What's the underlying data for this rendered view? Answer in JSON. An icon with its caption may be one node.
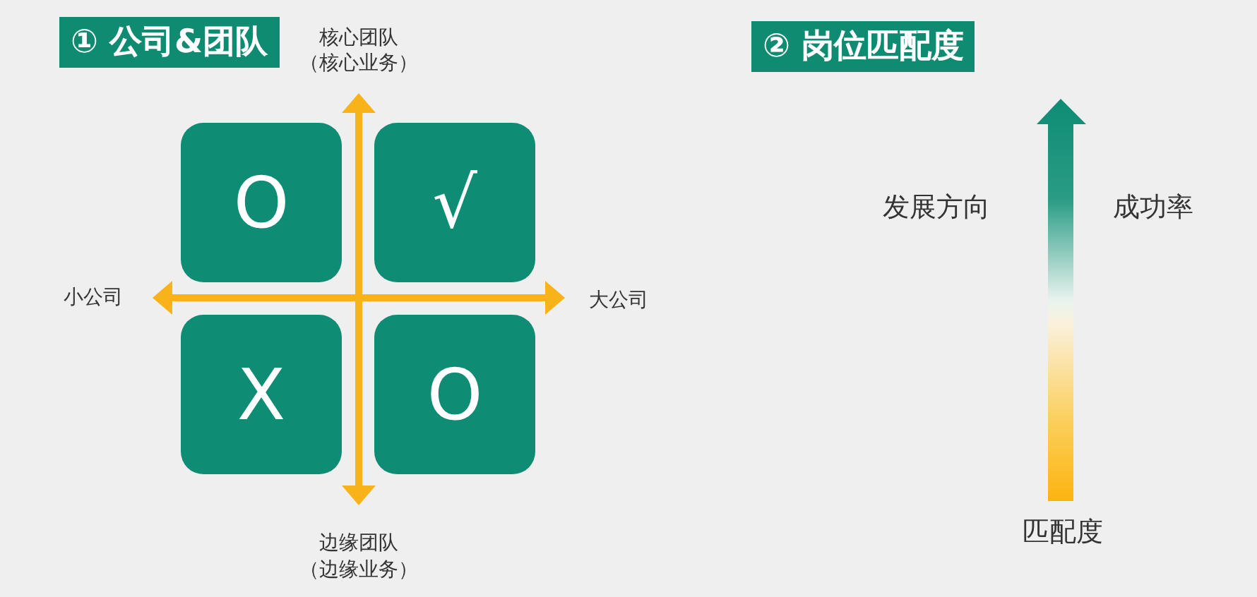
{
  "diagram": {
    "nodes": [
      {
        "text": [
          "① 公司&团队"
        ]
      },
      {
        "text": [
          "O"
        ]
      },
      {
        "text": [
          "√"
        ]
      },
      {
        "text": [
          "X"
        ]
      },
      {
        "text": [
          "O"
        ]
      },
      {
        "text": [
          "② 岗位匹配度"
        ]
      }
    ],
    "labels": [
      "核心团队",
      "（核心业务）",
      "小公司",
      "大公司",
      "边缘团队",
      "（边缘业务）",
      "发展方向",
      "成功率",
      "匹配度"
    ]
  }
}
